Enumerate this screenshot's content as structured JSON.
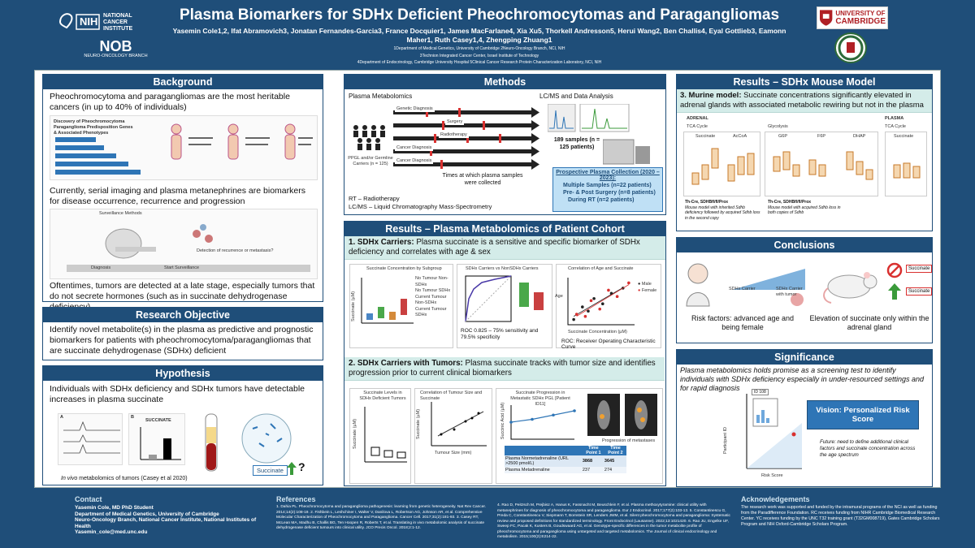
{
  "header": {
    "title": "Plasma Biomarkers for SDHx Deficient Pheochromocytomas and Paragangliomas",
    "authors_line1": "Yasemin Cole1,2, Ifat Abramovich3, Jonatan Fernandes-Garcia3, France Docquier1, James MacFarlane4, Xia Xu5, Thorkell Andresson5, Herui Wang2, Ben Challis4, Eyal Gottlieb3, Eamonn",
    "authors_line2": "Maher1, Ruth Casey1,4, Zhengping Zhuang1",
    "aff1": "1Department of Medical Genetics, University of Cambridge 2Neuro-Oncology Branch, NCI, NIH",
    "aff2": "3Technion Integrated Cancer Center, Israel Institute of Technology",
    "aff3": "4Department of Endocrinology, Cambridge University Hospital 5Clinical Cancer Research Protein Characterization Laboratory, NCI, NIH",
    "nci_text": "NIH",
    "nci_label": "NATIONAL CANCER INSTITUTE",
    "nob_text": "NOB",
    "nob_label": "NEURO-ONCOLOGY BRANCH",
    "cam_label1": "UNIVERSITY OF",
    "cam_label2": "CAMBRIDGE"
  },
  "background": {
    "heading": "Background",
    "p1": "Pheochromocytoma and paragangliomas are the most heritable cancers (in up to 40% of individuals)",
    "fig1_title": "Discovery of Pheochromocytoma Paraganglioma Predisposition Genes & Associated Phenotypes",
    "p2": "Currently, serial imaging and plasma metanephrines are biomarkers for disease occurrence, recurrence and progression",
    "fig2_label": "Surveillance Methods",
    "fig2_q": "Detection of recurrence or metastasis?",
    "fig2_diag": "Diagnosis",
    "fig2_start": "Start Surveillance",
    "p3": "Oftentimes, tumors are detected at a late stage, especially tumors that do not secrete hormones (such as in succinate dehydrogenase deficiency)"
  },
  "objective": {
    "heading": "Research Objective",
    "text": "Identify novel metabolite(s) in the plasma as predictive and prognostic biomarkers for patients with pheochromocytoma/paragangliomas that are succinate dehydrogenase (SDHx) deficient"
  },
  "hypothesis": {
    "heading": "Hypothesis",
    "text": "Individuals with SDHx deficiency and SDHx tumors have detectable increases in plasma succinate",
    "fig_a": "A",
    "fig_b": "B",
    "fig_b_label": "SUCCINATE",
    "succinate_label": "Succinate",
    "question": "?",
    "caption_italic": "In vivo",
    "caption_rest": " metabolomics of tumors (Casey et al 2020)"
  },
  "methods": {
    "heading": "Methods",
    "plasma_title": "Plasma Metabolomics",
    "cohort_label": "PPGL and/or Germline Carriers (n = 125)",
    "rows": [
      "Genetic Diagnosis",
      "Surgery",
      "Radiotherapy",
      "Cancer Diagnosis",
      "Cancer Diagnosis"
    ],
    "times_label": "Times at which plasma samples were collected",
    "lcms_title": "LC/MS and Data Analysis",
    "samples": "189 samples (n = 125 patients)",
    "rt": "RT – Radiotherapy",
    "lcms": "LC/MS – Liquid Chromatography Mass-Spectrometry",
    "prospective_title": "Prospective Plasma Collection (2020 – 2023):",
    "prospective_items": [
      "Multiple Samples (n=22 patients)",
      "Pre- & Post Surgery (n=8 patients)",
      "During RT (n=2 patients)"
    ]
  },
  "cohort": {
    "heading": "Results – Plasma Metabolomics of Patient Cohort",
    "s1_bold": "1. SDHx Carriers:",
    "s1_text": " Plasma succinate is a sensitive and specific biomarker of SDHx deficiency and correlates with age & sex",
    "c1_title": "Succinate Concentration by Subgroup",
    "c1_ylabel": "Succinate (µM)",
    "c1_legend": [
      "No Tumour Non-SDHx",
      "No Tumour SDHx",
      "Current Tumour Non-SDHx",
      "Current Tumour SDHx"
    ],
    "c2_title": "SDHx Carriers vs NonSDHx Carriers",
    "roc_text": "ROC 0.825 – 75% sensitivity and 79.5% specificity",
    "c3_title": "Correlation of Age and Succinate",
    "c3_ylabel": "Age",
    "c3_xlabel": "Succinate Concentration (µM)",
    "c3_legend": [
      "Male",
      "Female"
    ],
    "roc_caption": "ROC: Receiver Operating Characteristic Curve",
    "s2_bold": "2. SDHx Carriers with Tumors:",
    "s2_text": " Plasma succinate tracks with tumor size and identifies progression prior to current clinical biomarkers",
    "c4_title": "Succinate Levels in SDHx Deficient Tumors",
    "c4_ylabel": "Succinate (µM)",
    "c5_title": "Correlation of Tumour Size and Succinate",
    "c5_ylabel": "Succinate (µM)",
    "c5_xlabel": "Tumour Size (mm)",
    "c6_title": "Succinate Progression in Metastatic SDHx PGL [Patient ID11]",
    "c6_ylabel": "Succinic Acid (µM)",
    "metastases": "Progression of metastases",
    "table_headers": [
      "",
      "Time Point 1",
      "Time Point 2"
    ],
    "table_rows": [
      [
        "Plasma Normetadrenaline (URL >2500 pmol/L)",
        "3868",
        "3645"
      ],
      [
        "Plasma Metadrenaline",
        "237",
        "274"
      ]
    ]
  },
  "mouse": {
    "heading": "Results – SDHx Mouse Model",
    "s3_bold": "3. Murine model:",
    "s3_text": " Succinate concentrations significantly elevated in adrenal glands with associated metabolic rewiring but not in the plasma",
    "adrenal": "ADRENAL",
    "tca": "TCA Cycle",
    "glycolysis": "Glycolysis",
    "plasma": "PLASMA",
    "tca2": "TCA Cycle",
    "m_labels": [
      "Succinate",
      "AcCoA",
      "G6P",
      "F6P",
      "DHAP",
      "Succinate"
    ],
    "note1_title": "Th-Cre, SDHBfl/fl/Prox",
    "note1": "Mouse model with inherited Sdhb deficiency followed by acquired Sdhb loss in the second copy",
    "note2_title": "Th-Cre, SDHBfl/fl/Prox",
    "note2": "Mouse model with acquired Sdhb loss in both copies of Sdhb"
  },
  "conclusions": {
    "heading": "Conclusions",
    "carrier": "SDHx Carrier",
    "carrier_tumor": "SDHx Carrier with tumor",
    "succinate_tag": "Succinate",
    "left": "Risk factors: advanced age and being female",
    "right": "Elevation of succinate only within the adrenal gland"
  },
  "significance": {
    "heading": "Significance",
    "text": "Plasma metabolomics holds promise as a screening test to identify individuals with SDHx deficiency especially in under-resourced settings and for rapid diagnosis",
    "vision": "Vision: Personalized Risk Score",
    "future": "Future: need to define additional clinical factors and succinate concentration across the age spectrum",
    "y_axis": "Participant ID",
    "x_axis": "Risk Score",
    "id_tag": "ID 108"
  },
  "footer": {
    "contact_h": "Contact",
    "contact": [
      "Yasemin Cole, MD PhD Student",
      "Department of Medical Genetics, University of Cambridge",
      "Neuro-Oncology Branch, National Cancer Institute, National Institutes of Health",
      "Yasemin_cole@med.unc.edu"
    ],
    "refs_h": "References",
    "refs1": "1. Dahia PL. Pheochromocytoma and paraganglioma pathogenesis: learning from genetic heterogeneity. Nat Rev Cancer. 2014;14(2):108-19. 2. Fishbein L, Leshchiner I, Walter V, Danilova L, Robertson AG, Johnson AR, et al. Comprehensive Molecular Characterization of Pheochromocytoma and Paraganglioma. Cancer Cell. 2017;31(2):181-93. 3. Casey RT, McLean MA, Madhu B, Challis BG, Ten Hoopen R, Roberts T, et al. Translating in vivo metabolomic analysis of succinate dehydrogenase deficient tumours into clinical utility. JCO Precis Oncol. 2018;2:1-12.",
    "refs2": "4. Rao D, Peitzsch M, Prejbisz A, Hanus K, Fassnacht M, Beuschlein F, et al. Plasma methoxytyramine: clinical utility with metanephrines for diagnosis of pheochromocytoma and paraganglioma. Eur J Endocrinol. 2017;177(2):103-13. 5. Constantinescu G, Preda C, Constantinescu V, Siepmann T, Bornstein SR, Lenders JWM, et al. Silent pheochromocytoma and paraganglioma: Systematic review and proposed definitions for standardized terminology. Front Endocrinol (Lausanne). 2022;13:1021420. 6. Rao JU, Engelke UF, Sweep FC, Pacak K, Kusters B, Goudswaard AG, et al. Genotype-specific differences in the tumor metabolite profile of pheochromocytoma and paraganglioma using untargeted and targeted metabolomics. The Journal of clinical endocrinology and metabolism. 2015;100(2):E214-22.",
    "ack_h": "Acknowledgements",
    "ack": "The research work was supported and funded by the intramural programs of the NCI as well as funding from the Paradifference Foundation. RC receives funding from NIHR Cambridge Biomedical Research Center. YC receives funding by the UNC T32 training grant (T32GM008719), Gates Cambridge Scholars Program and NIH Oxford-Cambridge Scholars Program."
  },
  "colors": {
    "navy": "#1f4e79",
    "teal_hl": "#d4ece9",
    "footer_bg": "#1f4e79",
    "red_mark": "#d9302f",
    "green_arrow": "#3a9a3a",
    "vision_box": "#2e75b6"
  },
  "chart_data": [
    {
      "type": "scatter",
      "title": "Correlation of Age and Succinate",
      "xlabel": "Succinate Concentration (µM)",
      "ylabel": "Age",
      "series": [
        {
          "name": "Male",
          "x": [
            5,
            8,
            10,
            12,
            15,
            18,
            22
          ],
          "y": [
            30,
            42,
            38,
            50,
            45,
            55,
            60
          ]
        },
        {
          "name": "Female",
          "x": [
            6,
            9,
            11,
            14,
            17,
            20,
            24
          ],
          "y": [
            35,
            33,
            48,
            40,
            58,
            52,
            65
          ]
        }
      ]
    },
    {
      "type": "line",
      "title": "Succinate Progression in Metastatic SDHx PGL [Patient ID11]",
      "ylabel": "Succinic Acid (µM)",
      "x": [
        1,
        2,
        3,
        4
      ],
      "series": [
        {
          "values": [
            6,
            7,
            8.5,
            10
          ]
        }
      ]
    }
  ]
}
